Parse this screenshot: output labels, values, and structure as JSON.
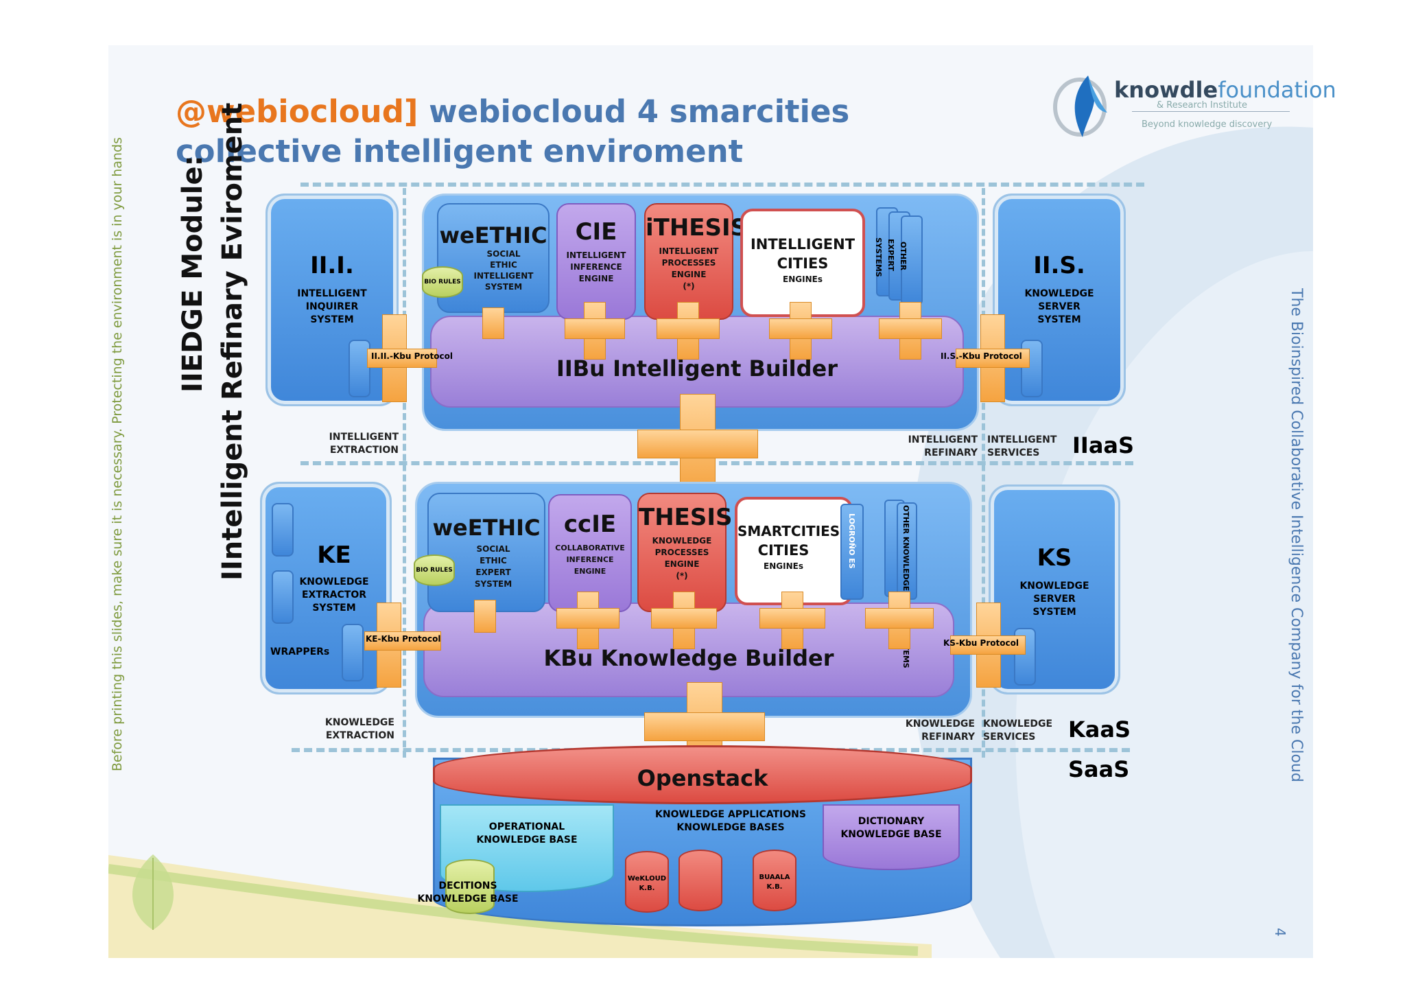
{
  "title": {
    "line1_handle": "@webiocloud",
    "line1_bracket": "]",
    "line1_rest": " webiocloud 4 smarcities",
    "line2": "collective intelligent enviroment"
  },
  "logo": {
    "brand_bold": "knowdle",
    "brand_light": "foundation",
    "subtitle": "& Research Institute",
    "tagline": "Beyond knowledge discovery"
  },
  "side_note": "Before printing this slides, make sure it is necessary. Protecting the environment is in your hands",
  "right_note": "The Bioinspired Collaborative Intelligence Company for the Cloud",
  "page_number": "4",
  "module_title": {
    "line1": "IIEDGE Module:",
    "line2": "IIntelligent Refinary Eviroment"
  },
  "upper": {
    "left_panel": {
      "title": "II.I.",
      "desc": [
        "INTELLIGENT",
        "INQUIRER",
        "SYSTEM"
      ],
      "protocol": "II.II.-Kbu Protocol"
    },
    "right_panel": {
      "title": "II.S.",
      "desc": [
        "KNOWLEDGE",
        "SERVER",
        "SYSTEM"
      ],
      "protocol": "II.S.-Kbu Protocol"
    },
    "weethic": {
      "title": "weETHIC",
      "desc": [
        "SOCIAL",
        "ETHIC",
        "INTELLIGENT",
        "SYSTEM"
      ],
      "bio": "BIO RULES"
    },
    "cie": {
      "title": "CIE",
      "desc": [
        "INTELLIGENT",
        "INFERENCE",
        "ENGINE"
      ]
    },
    "ithesis": {
      "title": "iTHESIS",
      "desc": [
        "INTELLIGENT",
        "PROCESSES",
        "ENGINE",
        "(*)"
      ]
    },
    "cities": {
      "title1": "INTELLIGENT",
      "title2": "CITIES",
      "sub": "ENGINEs"
    },
    "other": [
      "OTHER",
      "EXPERT",
      "SYSTEMS"
    ],
    "builder": "IIBu Intelligent Builder",
    "left_label": [
      "INTELLIGENT",
      "EXTRACTION"
    ],
    "mid_label": [
      "INTELLIGENT",
      "REFINARY"
    ],
    "right_label": [
      "INTELLIGENT",
      "SERVICES"
    ],
    "layer": "IIaaS"
  },
  "lower": {
    "left_panel": {
      "title": "KE",
      "desc": [
        "KNOWLEDGE",
        "EXTRACTOR",
        "SYSTEM"
      ],
      "wrappers": "WRAPPERs",
      "protocol": "KE-Kbu Protocol"
    },
    "right_panel": {
      "title": "KS",
      "desc": [
        "KNOWLEDGE",
        "SERVER",
        "SYSTEM"
      ],
      "protocol": "KS-Kbu Protocol"
    },
    "weethic": {
      "title": "weETHIC",
      "desc": [
        "SOCIAL",
        "ETHIC",
        "EXPERT",
        "SYSTEM"
      ],
      "bio": "BIO RULES"
    },
    "ccie": {
      "title": "ccIE",
      "desc": [
        "COLLABORATIVE",
        "INFERENCE",
        "ENGINE"
      ]
    },
    "thesis": {
      "title": "THESIS",
      "desc": [
        "KNOWLEDGE",
        "PROCESSES",
        "ENGINE",
        "(*)"
      ]
    },
    "smart": {
      "title1": "SMARTCITIES",
      "title2": "CITIES",
      "sub": "ENGINEs",
      "side": "LOGROÑO ES"
    },
    "other": "OTHER KNOWLEDGE EXPERT SYSTEMS",
    "builder": "KBu Knowledge Builder",
    "left_label": [
      "KNOWLEDGE",
      "EXTRACTION"
    ],
    "mid_label": [
      "KNOWLEDGE",
      "REFINARY"
    ],
    "right_label": [
      "KNOWLEDGE",
      "SERVICES"
    ],
    "layer": "KaaS"
  },
  "bottom": {
    "layer": "SaaS",
    "openstack": "Openstack",
    "operational": [
      "OPERATIONAL",
      "KNOWLEDGE BASE"
    ],
    "apps": [
      "KNOWLEDGE APPLICATIONS",
      "KNOWLEDGE BASES"
    ],
    "dictionary": [
      "DICTIONARY",
      "KNOWLEDGE BASE"
    ],
    "decitions": [
      "DECITIONS",
      "KNOWLEDGE BASE"
    ],
    "wekloud": [
      "WeKLOUD",
      "K.B."
    ],
    "buaala": [
      "BUAALA",
      "K.B."
    ]
  },
  "colors": {
    "title_blue": "#4a78b0",
    "accent_orange": "#e8761e",
    "panel_blue": "#3f86d9",
    "builder_violet": "#9a7fd8",
    "engine_red": "#dc4b42"
  }
}
